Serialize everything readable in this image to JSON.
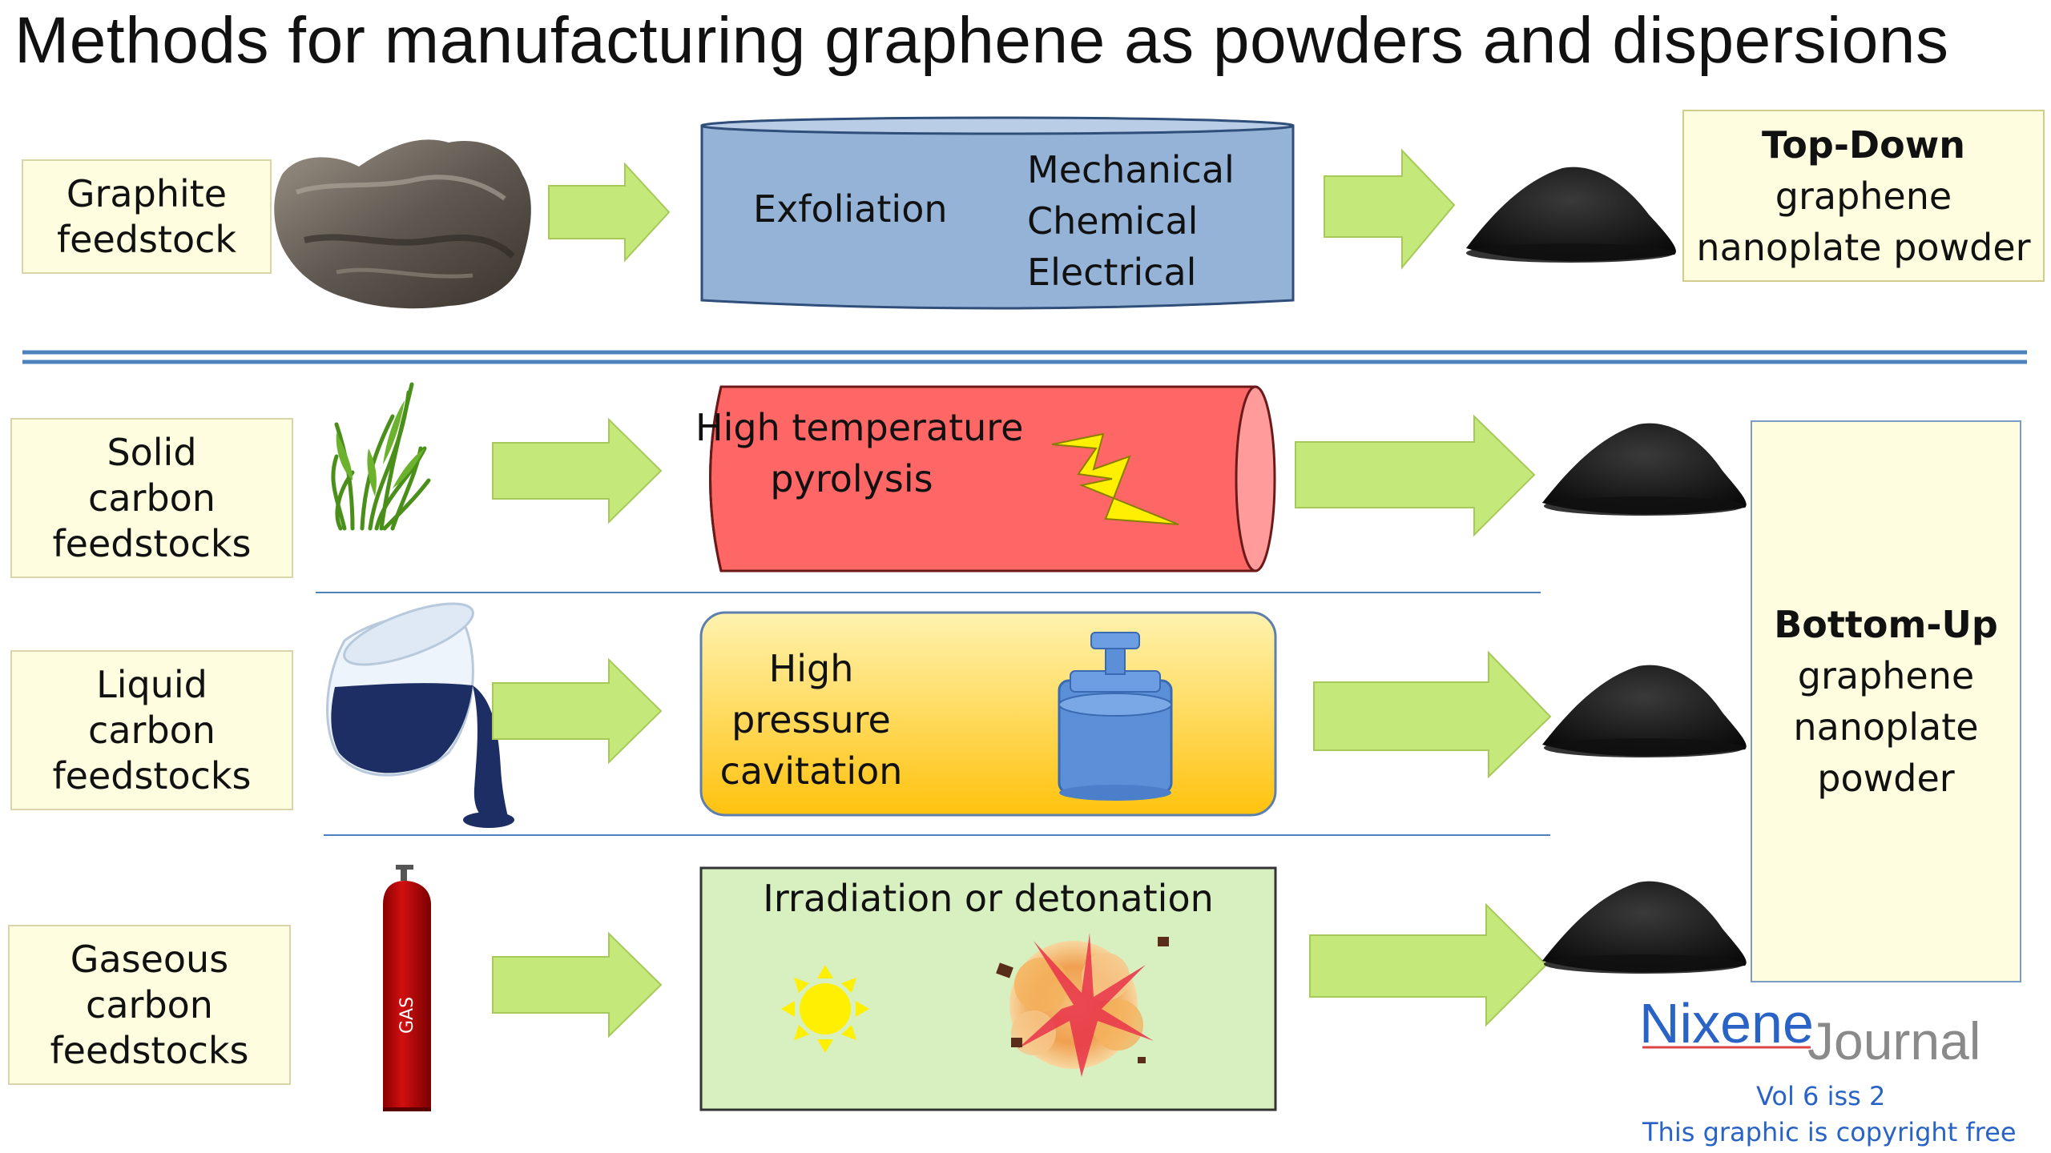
{
  "title": "Methods for manufacturing graphene as powders and dispersions",
  "top_down": {
    "input_label": [
      "Graphite",
      "feedstock"
    ],
    "process_label": "Exfoliation",
    "methods": [
      "Mechanical",
      "Chemical",
      "Electrical"
    ],
    "output_title": "Top-Down",
    "output_lines": [
      "graphene",
      "nanoplate powder"
    ]
  },
  "bottom_up": {
    "rows": [
      {
        "input_label": [
          "Solid",
          "carbon",
          "feedstocks"
        ],
        "process_lines": [
          "High temperature",
          "pyrolysis"
        ]
      },
      {
        "input_label": [
          "Liquid",
          "carbon",
          "feedstocks"
        ],
        "process_lines": [
          "High",
          "pressure",
          "cavitation"
        ]
      },
      {
        "input_label": [
          "Gaseous",
          "carbon",
          "feedstocks"
        ],
        "process_lines": [
          "Irradiation or detonation"
        ]
      }
    ],
    "output_title": "Bottom-Up",
    "output_lines": [
      "graphene",
      "nanoplate",
      "powder"
    ]
  },
  "gas_cylinder_text": "GAS",
  "brand": {
    "name": "Nixene",
    "suffix": "Journal",
    "issue": "Vol 6 iss 2",
    "notice": "This graphic is copyright free"
  },
  "colors": {
    "exfoliation_fill": "#95b3d7",
    "pyrolysis_fill": "#ff6666",
    "cavitation_top": "#fff2a8",
    "cavitation_bottom": "#ffc20e",
    "irradiation_fill": "#d8efc0",
    "arrow_fill": "#c5e87a",
    "label_fill": "#fffde0",
    "divider": "#4f81bd",
    "brand_blue": "#2a63c6"
  }
}
